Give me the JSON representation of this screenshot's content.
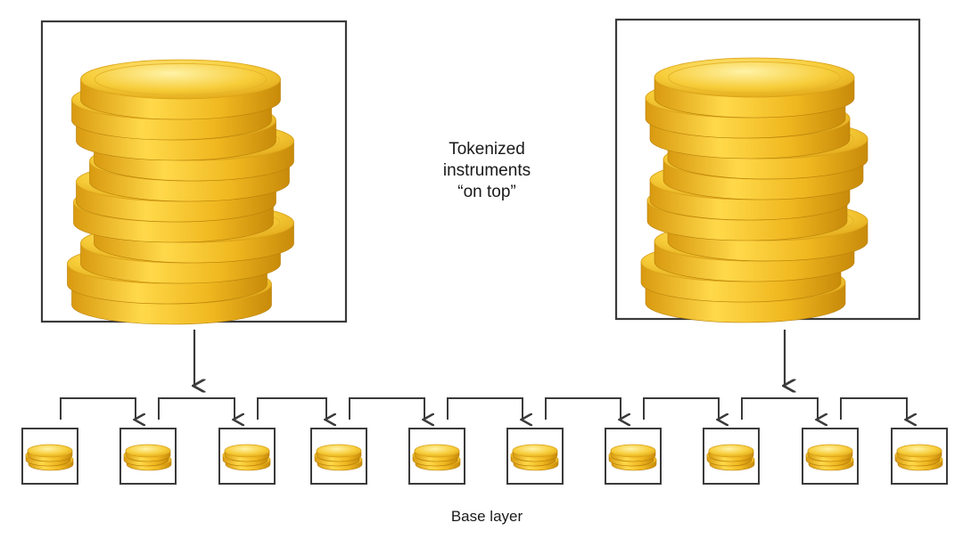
{
  "top_label": {
    "line1": "Tokenized",
    "line2": "instruments",
    "line3": "“on top”"
  },
  "base_label": "Base layer",
  "base_layer_box_count": 10,
  "top_instruments": [
    {
      "id": "left",
      "points_to_base_box": 2
    },
    {
      "id": "right",
      "points_to_base_box": 9
    }
  ],
  "colors": {
    "line": "#3a3a3a",
    "coin_light": "#ffe680",
    "coin_mid": "#f2c230",
    "coin_dark": "#c8900c"
  }
}
